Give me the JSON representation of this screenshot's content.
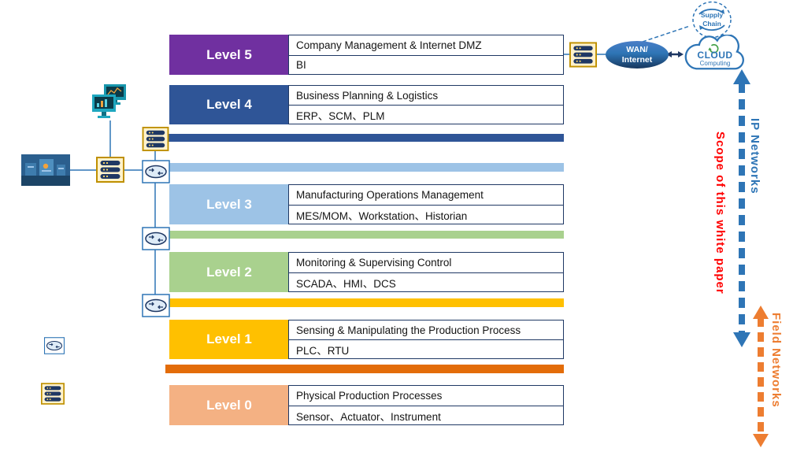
{
  "levels": [
    {
      "label": "Level 5",
      "title": "Company Management & Internet  DMZ",
      "subtitle": "BI",
      "color": "#7030A0"
    },
    {
      "label": "Level 4",
      "title": "Business Planning & Logistics",
      "subtitle": "ERP、SCM、PLM",
      "color": "#2F5597"
    },
    {
      "label": "Level 3",
      "title": "Manufacturing Operations Management",
      "subtitle": "MES/MOM、Workstation、Historian",
      "color": "#9DC3E6"
    },
    {
      "label": "Level 2",
      "title": "Monitoring & Supervising Control",
      "subtitle": "SCADA、HMI、DCS",
      "color": "#A9D18E"
    },
    {
      "label": "Level 1",
      "title": "Sensing & Manipulating the Production Process",
      "subtitle": "PLC、RTU",
      "color": "#FFC000"
    },
    {
      "label": "Level 0",
      "title": "Physical Production Processes",
      "subtitle": "Sensor、Actuator、Instrument",
      "color": "#F4B183"
    }
  ],
  "network_bars": [
    {
      "name": "level4-backbone-network",
      "color": "#2F5597"
    },
    {
      "name": "level3-network",
      "color": "#9DC3E6"
    },
    {
      "name": "level2-network",
      "color": "#A9D18E"
    },
    {
      "name": "level1-network",
      "color": "#FFC000"
    },
    {
      "name": "level0-field-network",
      "color": "#E36C09"
    }
  ],
  "right_side": {
    "wan": {
      "line1": "WAN/",
      "line2": "Internet"
    },
    "supply_chain": {
      "line1": "Supply",
      "line2": "Chain"
    },
    "cloud": {
      "line1": "CLOUD",
      "line2": "Computing"
    },
    "ip_networks_label": "IP Networks",
    "scope_label": "Scope of this white paper",
    "field_networks_label": "Field Networks",
    "colors": {
      "ip_arrow": "#2E75B6",
      "field_arrow": "#ED7D31",
      "scope_text": "#FF0000"
    }
  },
  "icons": {
    "switch": "stacked-switch-icon",
    "router": "router-icon",
    "workstations": "workstation-monitors-icon",
    "factory": "factory-floor-image",
    "wan": "wan-internet-cloud",
    "supply_chain": "supply-chain-cycle-icon",
    "cloud": "cloud-computing-icon"
  }
}
